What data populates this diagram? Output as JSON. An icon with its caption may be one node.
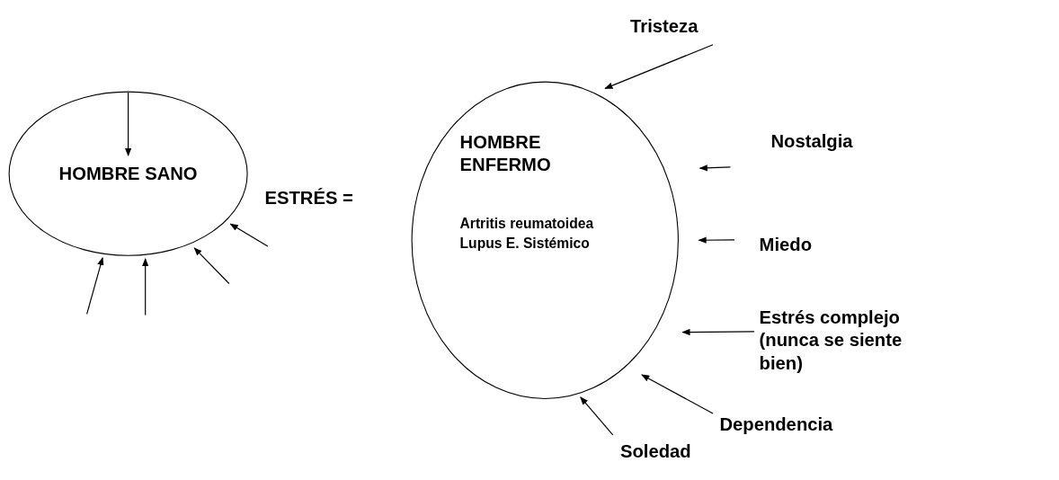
{
  "diagram": {
    "nodes": [
      {
        "text": [
          "HOMBRE SANO"
        ]
      },
      {
        "text": [
          "HOMBRE ENFERMO",
          "Artritis reumatoidea",
          "Lupus E. Sistémico"
        ]
      },
      {
        "text": [
          "Tristeza"
        ]
      },
      {
        "text": [
          "Nostalgia"
        ]
      },
      {
        "text": [
          "Miedo"
        ]
      },
      {
        "text": [
          "Estrés complejo (nunca se siente bien)"
        ]
      },
      {
        "text": [
          "Dependencia"
        ]
      },
      {
        "text": [
          "Soledad"
        ]
      }
    ],
    "edges": [
      {
        "from": null,
        "to": 0,
        "arrow": "to"
      },
      {
        "from": null,
        "to": 0,
        "arrow": "to"
      },
      {
        "from": null,
        "to": 0,
        "arrow": "to"
      },
      {
        "from": null,
        "to": 0,
        "arrow": "to"
      },
      {
        "from": null,
        "to": 0,
        "arrow": "to"
      },
      {
        "from": 2,
        "to": 1,
        "arrow": "to"
      },
      {
        "from": 3,
        "to": 1,
        "arrow": "to"
      },
      {
        "from": 4,
        "to": 1,
        "arrow": "to"
      },
      {
        "from": 5,
        "to": 1,
        "arrow": "to"
      },
      {
        "from": 6,
        "to": 1,
        "arrow": "to"
      },
      {
        "from": 7,
        "to": 1,
        "arrow": "to"
      }
    ],
    "labels": [
      "ESTRÉS ="
    ]
  }
}
